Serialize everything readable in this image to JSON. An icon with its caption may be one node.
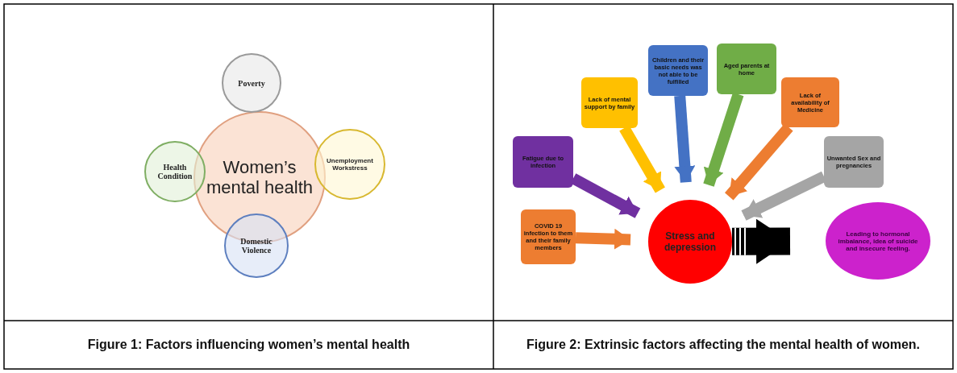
{
  "diagram": {
    "nodes": [
      {
        "text": [
          "Women’s mental health"
        ]
      },
      {
        "text": [
          "Poverty"
        ]
      },
      {
        "text": [
          "Health Condition"
        ]
      },
      {
        "text": [
          "Unemployment Workstress"
        ]
      },
      {
        "text": [
          "Domestic Violence"
        ]
      },
      {
        "text": [
          "COVID 19 infection to them and their family members"
        ]
      },
      {
        "text": [
          "Fatigue due to infection"
        ]
      },
      {
        "text": [
          "Lack of mental support by family"
        ]
      },
      {
        "text": [
          "Children and their basic needs was not able to be fulfilled"
        ]
      },
      {
        "text": [
          "Aged parents at home"
        ]
      },
      {
        "text": [
          "Lack of availability of Medicine"
        ]
      },
      {
        "text": [
          "Unwanted Sex and pregnancies"
        ]
      },
      {
        "text": [
          "Stress and depression"
        ]
      },
      {
        "text": [
          "Leading to hormonal imbalance, idea of suicide and insecure feeling."
        ]
      }
    ],
    "edges": [
      {
        "from": 5,
        "to": 12,
        "arrow": "to",
        "color": "#ed7d31"
      },
      {
        "from": 6,
        "to": 12,
        "arrow": "to",
        "color": "#7030a0"
      },
      {
        "from": 7,
        "to": 12,
        "arrow": "to",
        "color": "#ffc000"
      },
      {
        "from": 8,
        "to": 12,
        "arrow": "to",
        "color": "#4472c4"
      },
      {
        "from": 9,
        "to": 12,
        "arrow": "to",
        "color": "#70ad47"
      },
      {
        "from": 10,
        "to": 12,
        "arrow": "to",
        "color": "#ed7d31"
      },
      {
        "from": 11,
        "to": 12,
        "arrow": "to",
        "color": "#a5a5a5"
      },
      {
        "from": 12,
        "to": 13,
        "arrow": "to",
        "style": "thick",
        "color": "#000000"
      }
    ],
    "labels": [
      "Figure 1: Factors influencing women’s mental health",
      "Figure 2: Extrinsic factors affecting the mental health of women."
    ]
  }
}
